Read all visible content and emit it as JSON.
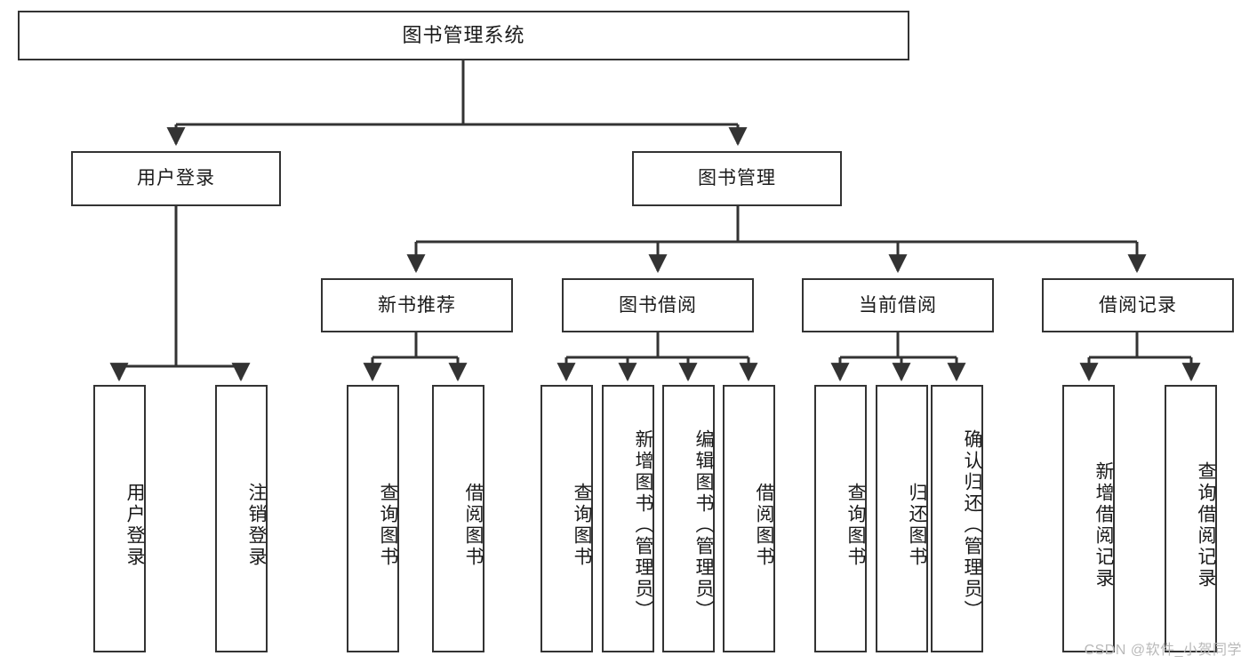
{
  "diagram": {
    "title": "图书管理系统",
    "type": "hierarchy-tree",
    "watermark": "CSDN @软件_小贺同学",
    "colors": {
      "box_border": "#333333",
      "box_fill": "#ffffff",
      "edge": "#333333",
      "text": "#1a1a1a",
      "watermark": "#b9b9b9",
      "background": "#ffffff"
    },
    "levels": {
      "root": {
        "label": "图书管理系统"
      },
      "level2": [
        {
          "label": "用户登录"
        },
        {
          "label": "图书管理"
        }
      ],
      "level3": [
        {
          "label": "新书推荐"
        },
        {
          "label": "图书借阅"
        },
        {
          "label": "当前借阅"
        },
        {
          "label": "借阅记录"
        }
      ],
      "leaves": {
        "user_login": [
          {
            "label": "用户登录"
          },
          {
            "label": "注销登录"
          }
        ],
        "new_book": [
          {
            "label": "查询图书"
          },
          {
            "label": "借阅图书"
          }
        ],
        "book_borrow": [
          {
            "label": "查询图书"
          },
          {
            "label": "新增图书（管理员）"
          },
          {
            "label": "编辑图书（管理员）"
          },
          {
            "label": "借阅图书"
          }
        ],
        "current_borrow": [
          {
            "label": "查询图书"
          },
          {
            "label": "归还图书"
          },
          {
            "label": "确认归还（管理员）"
          }
        ],
        "borrow_record": [
          {
            "label": "新增借阅记录"
          },
          {
            "label": "查询借阅记录"
          }
        ]
      }
    }
  }
}
